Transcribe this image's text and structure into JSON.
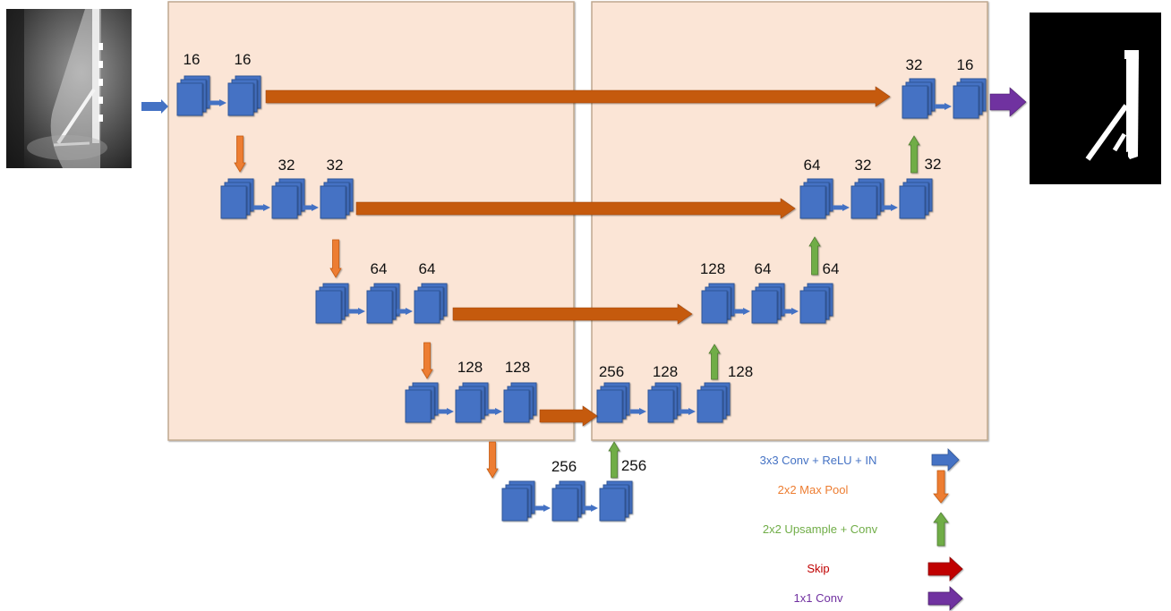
{
  "colors": {
    "panel": "#fbe5d6",
    "panel_border": "#bfa88f",
    "block": "#4472c4",
    "block_stroke": "#2f5597",
    "conv": "#4472c4",
    "pool": "#ed7d31",
    "upsample": "#70ad47",
    "skip_arrow": "#c55a11",
    "skip_legend": "#c00000",
    "out_conv": "#7030a0"
  },
  "images": {
    "input": "x-ray-input-image",
    "output": "segmentation-mask-output"
  },
  "labels": {
    "enc1_a": "16",
    "enc1_b": "16",
    "enc2_a": "32",
    "enc2_b": "32",
    "enc3_a": "64",
    "enc3_b": "64",
    "enc4_a": "128",
    "enc4_b": "128",
    "bottleneck": "256",
    "up4": "256",
    "dec4_a": "256",
    "dec4_b": "128",
    "up3": "128",
    "dec3_a": "128",
    "dec3_b": "64",
    "up2": "64",
    "dec2_a": "64",
    "dec2_b": "32",
    "up1": "32",
    "dec1_a": "32",
    "dec1_b": "16"
  },
  "legend": {
    "conv": "3x3 Conv + ReLU + IN",
    "pool": "2x2 Max Pool",
    "upsample": "2x2 Upsample + Conv",
    "skip": "Skip",
    "out": "1x1 Conv"
  }
}
